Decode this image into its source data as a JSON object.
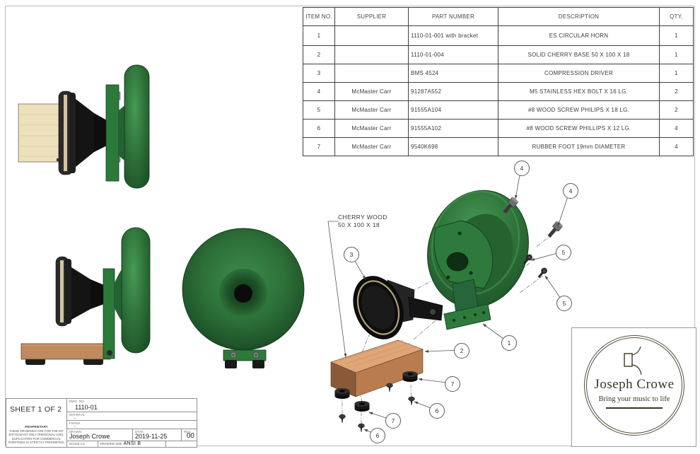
{
  "bom": {
    "headers": [
      "ITEM NO.",
      "SUPPLIER",
      "PART NUMBER",
      "DESCRIPTION",
      "QTY."
    ],
    "rows": [
      {
        "item": "1",
        "supplier": "",
        "part": "1110-01-001 with bracket",
        "desc": "ES CIRCULAR HORN",
        "qty": "1"
      },
      {
        "item": "2",
        "supplier": "",
        "part": "1110-01-004",
        "desc": "SOLID CHERRY BASE 50 X 100 X 18",
        "qty": "1"
      },
      {
        "item": "3",
        "supplier": "",
        "part": "BMS 4524",
        "desc": "COMPRESSION DRIVER",
        "qty": "1"
      },
      {
        "item": "4",
        "supplier": "McMaster Carr",
        "part": "91287A552",
        "desc": "M5 STAINLESS HEX BOLT X 16 LG.",
        "qty": "2"
      },
      {
        "item": "5",
        "supplier": "McMaster Carr",
        "part": "91555A104",
        "desc": "#8 WOOD SCREW PHILIPS X 18 LG.",
        "qty": "2"
      },
      {
        "item": "6",
        "supplier": "McMaster Carr",
        "part": "91555A102",
        "desc": "#8 WOOD SCREW PHILLIPS X 12 LG.",
        "qty": "4"
      },
      {
        "item": "7",
        "supplier": "McMaster Carr",
        "part": "9540K698",
        "desc": "RUBBER FOOT 19mm DIAMETER",
        "qty": "4"
      }
    ]
  },
  "annotations": {
    "cherry_line1": "CHERRY WOOD",
    "cherry_line2": "50 X 100 X 18",
    "balloons": [
      "4",
      "4",
      "5",
      "5",
      "3",
      "1",
      "2",
      "7",
      "6",
      "7",
      "6"
    ]
  },
  "title_block": {
    "sheet": "SHEET 1 OF 2",
    "proprietary_title": "PROPRIETARY",
    "proprietary_text": "THESE DRAWINGS ARE FOR THE DIY ENTHUSIAST ONLY (PERSONAL USE). DUPLICATION FOR COMMERCIAL PURPOSES IS STRICTLY PROHIBITED.",
    "dwg_no_label": "DWG. NO.",
    "dwg_no": "1110-01",
    "material_label": "MATERIAL",
    "material": "--",
    "finish_label": "FINISH",
    "finish": "--",
    "drawn_label": "DRAWN",
    "drawn": "Joseph Crowe",
    "date_label": "DATE",
    "date": "2019-11-25",
    "rev_label": "REV.",
    "rev": "00",
    "scale": "SCALE:1:2",
    "drawing_size_label": "DRAWING SIZE",
    "drawing_size": "ANSI B"
  },
  "logo": {
    "name": "Joseph Crowe",
    "tagline": "Bring your music to life"
  },
  "colors": {
    "horn_green": "#2d7038",
    "horn_green_light": "#46a257",
    "horn_green_dark": "#1b4a24",
    "cherry_wood": "#bf8a5f",
    "maple_wood": "#ede0bc",
    "driver_black": "#141414",
    "gold_ring": "#b3a277"
  }
}
